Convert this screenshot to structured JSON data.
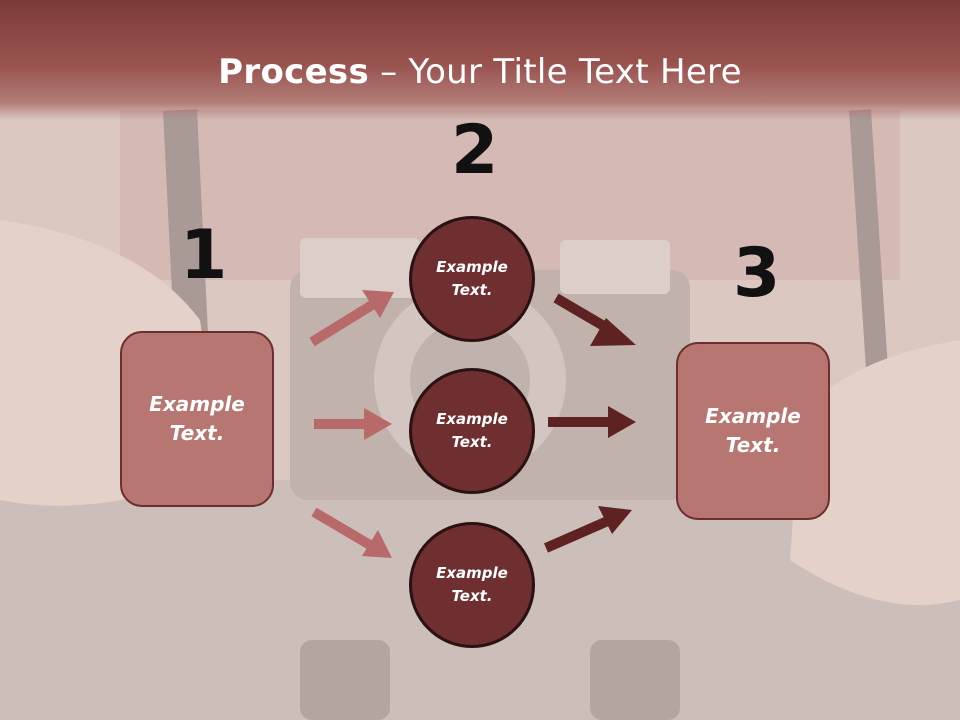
{
  "title": {
    "strong": "Process",
    "rest": " – Your Title Text Here"
  },
  "steps": [
    {
      "number": "1",
      "text": "Example Text."
    },
    {
      "number": "2"
    },
    {
      "number": "3",
      "text": "Example Text."
    }
  ],
  "circles": [
    {
      "text": "Example Text."
    },
    {
      "text": "Example Text."
    },
    {
      "text": "Example Text."
    }
  ],
  "colors": {
    "band": "#7b3a39",
    "box": "#b77671",
    "circle": "#6f2e30",
    "arrow_in": "#b8696a",
    "arrow_out": "#5e2222"
  }
}
